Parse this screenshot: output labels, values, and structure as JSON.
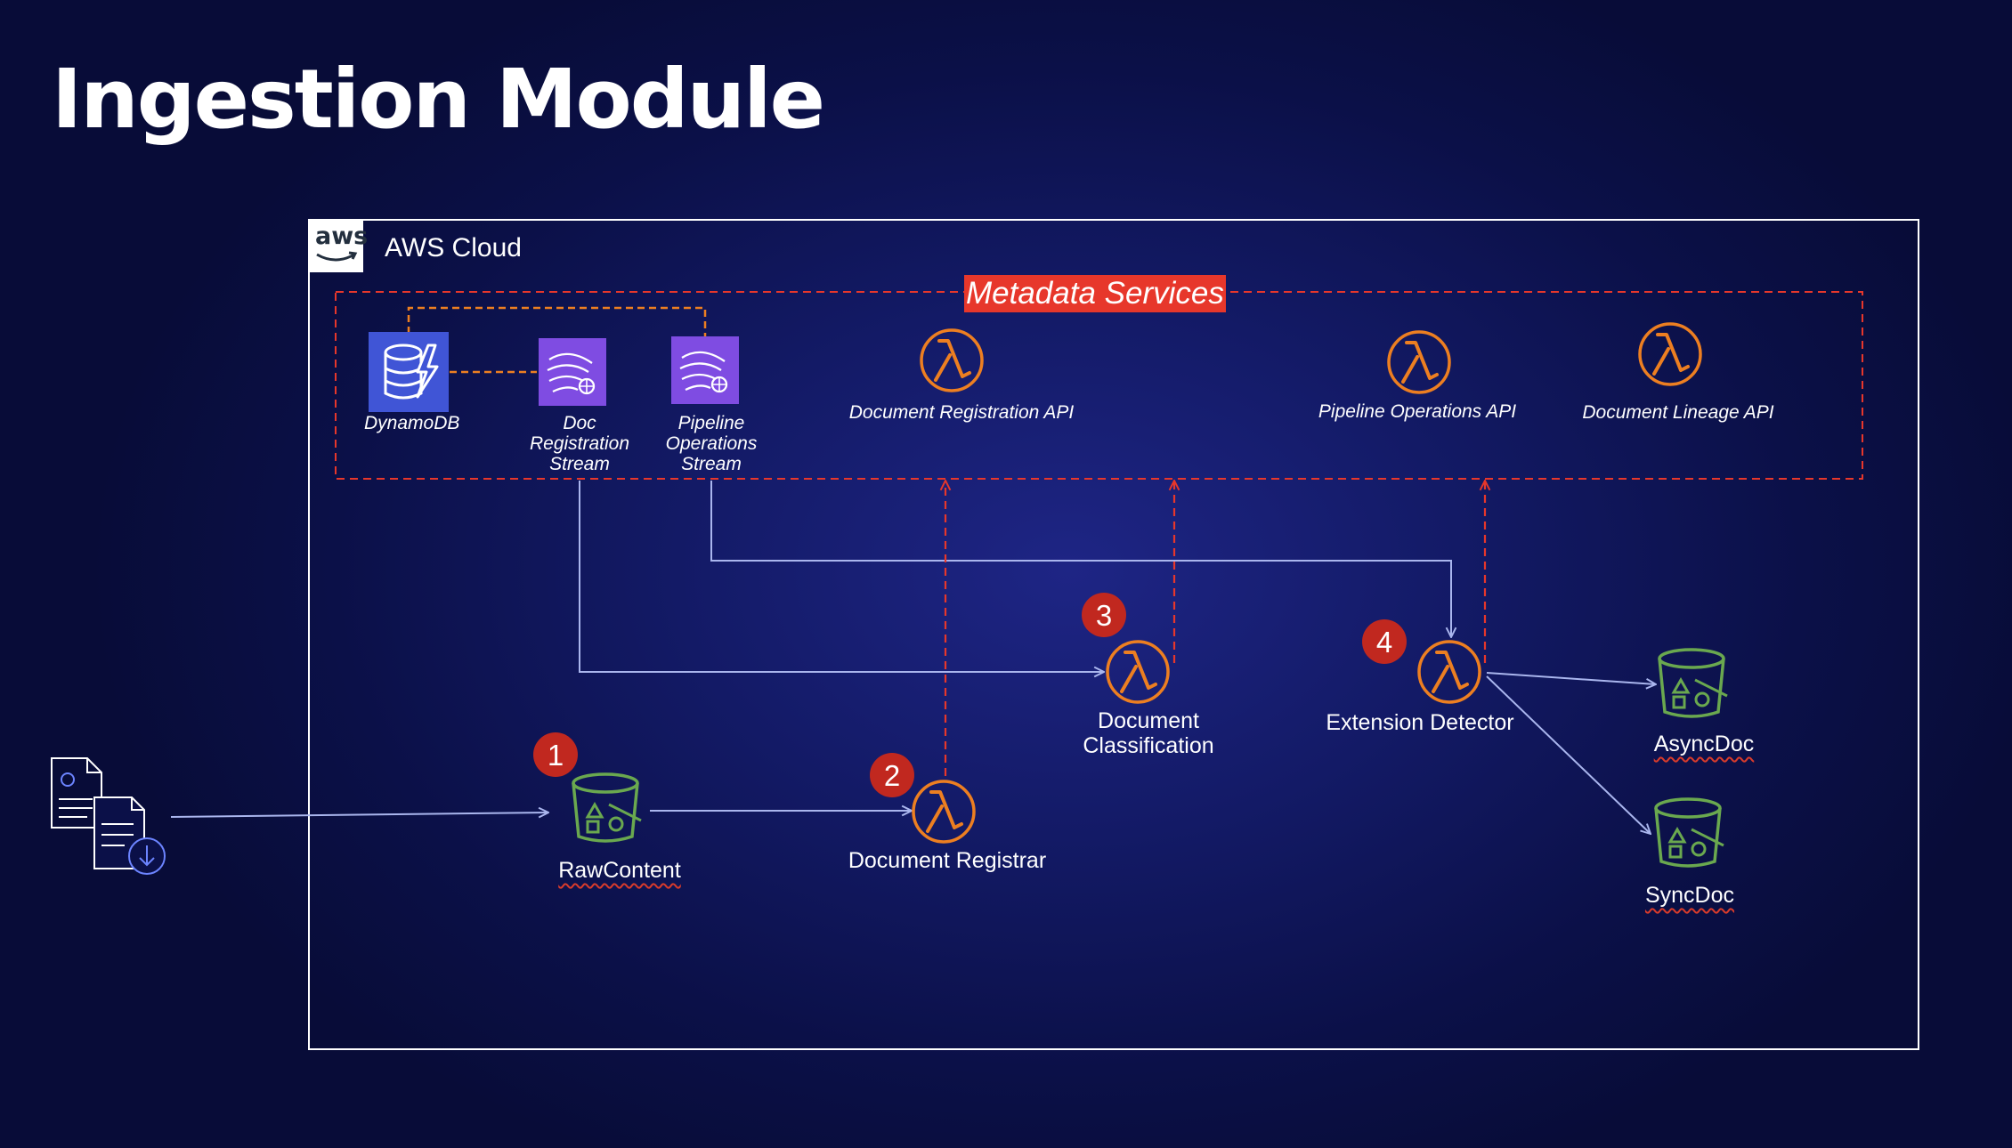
{
  "title": "Ingestion Module",
  "cloud": {
    "logo_text": "aws",
    "label": "AWS Cloud"
  },
  "metadata": {
    "label": "Metadata Services",
    "items": {
      "dynamodb": "DynamoDB",
      "doc_stream_1": "Doc",
      "doc_stream_2": "Registration",
      "doc_stream_3": "Stream",
      "pipe_stream_1": "Pipeline",
      "pipe_stream_2": "Operations",
      "pipe_stream_3": "Stream",
      "doc_reg_api": "Document Registration API",
      "pipeline_ops_api": "Pipeline Operations API",
      "doc_lineage_api": "Document Lineage API"
    }
  },
  "flow": {
    "raw_content": "RawContent",
    "doc_registrar": "Document Registrar",
    "doc_class_1": "Document",
    "doc_class_2": "Classification",
    "ext_detector": "Extension Detector",
    "async_doc": "AsyncDoc",
    "sync_doc": "SyncDoc"
  },
  "steps": [
    "1",
    "2",
    "3",
    "4"
  ],
  "colors": {
    "lambda_orange": "#ed7f21",
    "bucket_green": "#6aa84f",
    "stream_purple": "#7f4ce2",
    "dynamo_blue": "#4055d6",
    "metadata_red": "#e7372b",
    "step_red": "#c1281f"
  }
}
